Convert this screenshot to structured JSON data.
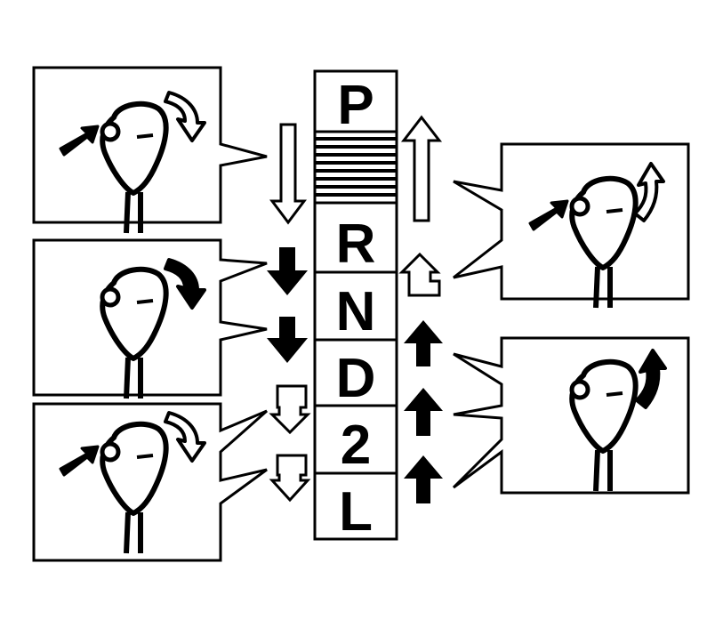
{
  "gear_selector": {
    "positions": [
      {
        "id": "P",
        "label": "P"
      },
      {
        "id": "R",
        "label": "R"
      },
      {
        "id": "N",
        "label": "N"
      },
      {
        "id": "D",
        "label": "D"
      },
      {
        "id": "2",
        "label": "2"
      },
      {
        "id": "L",
        "label": "L"
      }
    ],
    "lockout_between": [
      "P",
      "R"
    ]
  },
  "panels": [
    {
      "id": "left-1",
      "side": "left",
      "action": "push-button-and-move-down",
      "button_pressed": true,
      "arrow_style": "outline",
      "icon": "shift-knob-icon"
    },
    {
      "id": "left-2",
      "side": "left",
      "action": "move-down-without-button",
      "button_pressed": false,
      "arrow_style": "solid",
      "icon": "shift-knob-icon"
    },
    {
      "id": "left-3",
      "side": "left",
      "action": "push-button-and-move-down",
      "button_pressed": true,
      "arrow_style": "outline",
      "icon": "shift-knob-icon"
    },
    {
      "id": "right-1",
      "side": "right",
      "action": "push-button-and-move-up",
      "button_pressed": true,
      "arrow_style": "outline",
      "icon": "shift-knob-icon"
    },
    {
      "id": "right-2",
      "side": "right",
      "action": "move-up-without-button",
      "button_pressed": false,
      "arrow_style": "solid",
      "icon": "shift-knob-icon"
    }
  ],
  "colors": {
    "ink": "#000000",
    "paper": "#ffffff"
  }
}
